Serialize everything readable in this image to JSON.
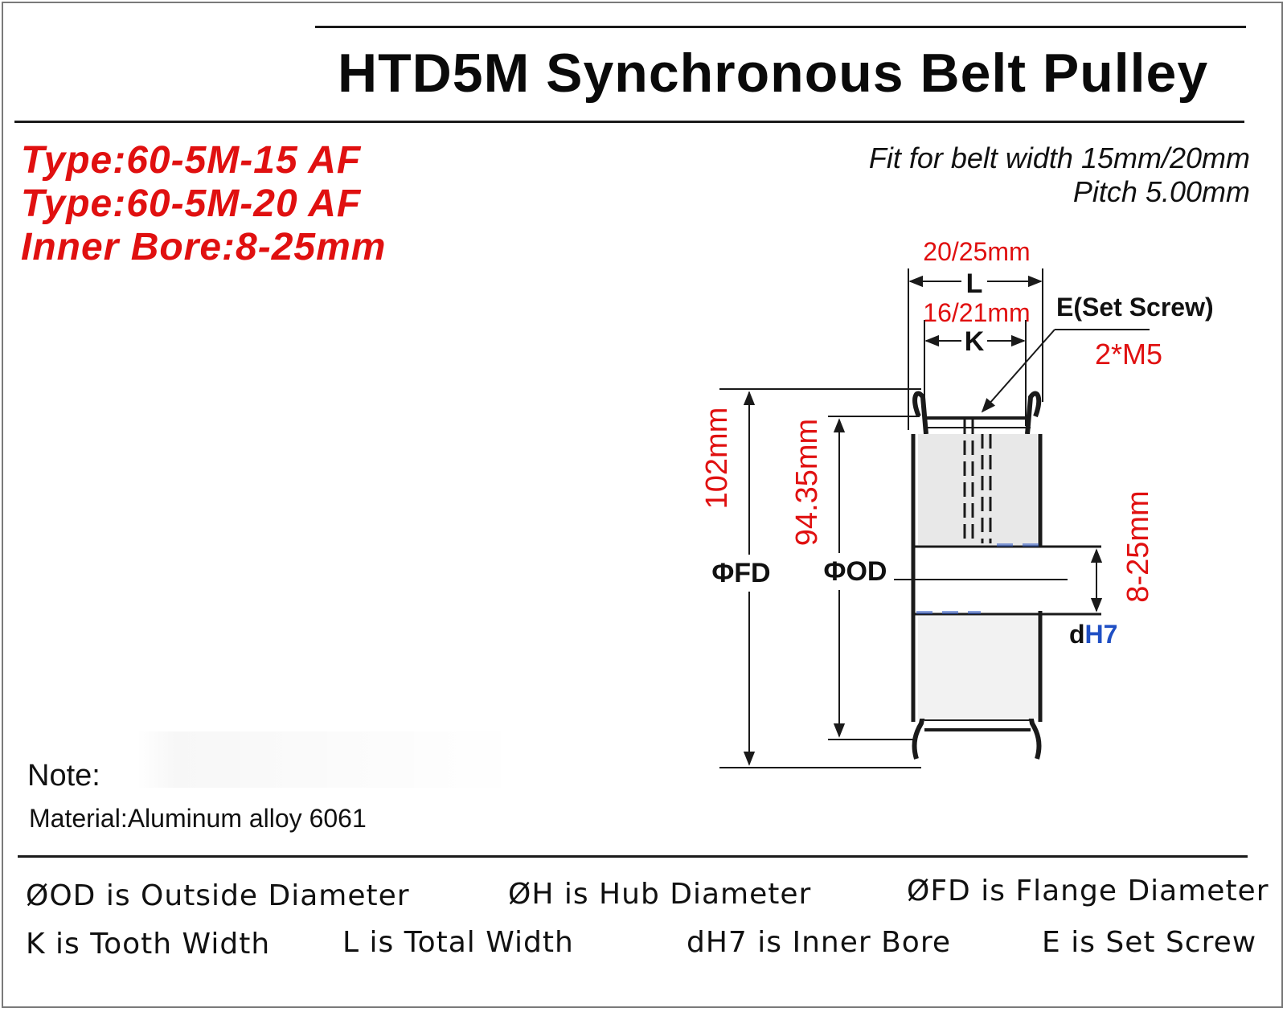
{
  "title": "HTD5M Synchronous Belt Pulley",
  "specs": {
    "type1": "Type:60-5M-15 AF",
    "type2": "Type:60-5M-20 AF",
    "bore": "Inner Bore:8-25mm"
  },
  "fit": {
    "belt_width": "Fit for belt width 15mm/20mm",
    "pitch": "Pitch 5.00mm"
  },
  "drawing": {
    "l_value": "20/25mm",
    "l_label": "L",
    "k_value": "16/21mm",
    "k_label": "K",
    "set_screw_label": "E(Set Screw)",
    "set_screw_value": "2*M5",
    "fd_value": "102mm",
    "fd_label": "ΦFD",
    "od_value": "94.35mm",
    "od_label": "ΦOD",
    "bore_value": "8-25mm",
    "bore_label_d": "d",
    "bore_label_h7": "H7"
  },
  "colors": {
    "red": "#e01010",
    "blue": "#1f4fc4",
    "line": "#1a1a1a"
  },
  "note_label": "Note:",
  "material": "Material:Aluminum alloy 6061",
  "legend": {
    "od": "ØOD is Outside Diameter",
    "h": "ØH is Hub Diameter",
    "fd": "ØFD is Flange Diameter",
    "k": "K is Tooth Width",
    "l": "L is Total Width",
    "dh7": "dH7 is Inner Bore",
    "e": "E is Set Screw"
  }
}
